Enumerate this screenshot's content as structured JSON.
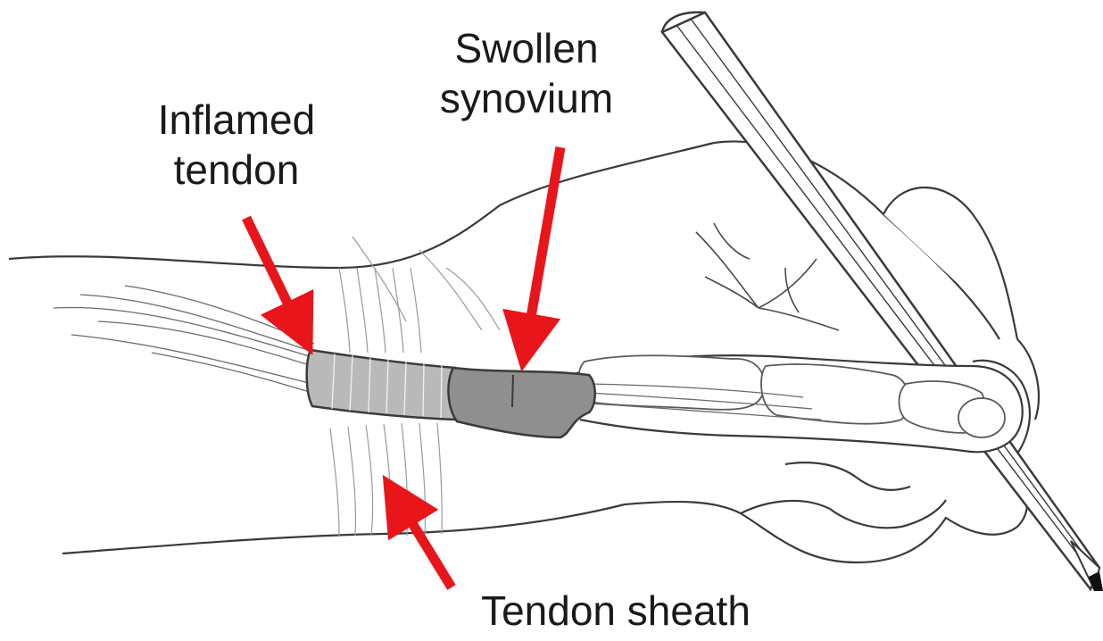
{
  "labels": {
    "inflamed_tendon": {
      "line1": "Inflamed",
      "line2": "tendon"
    },
    "swollen_synovium": {
      "line1": "Swollen",
      "line2": "synovium"
    },
    "tendon_sheath": "Tendon sheath"
  },
  "colors": {
    "arrow": "#e8161b",
    "outline": "#3a3a3a",
    "tendon_fill": "#b9b9b9",
    "synovium_fill": "#8f8f8f",
    "skin_fill": "#ffffff"
  }
}
